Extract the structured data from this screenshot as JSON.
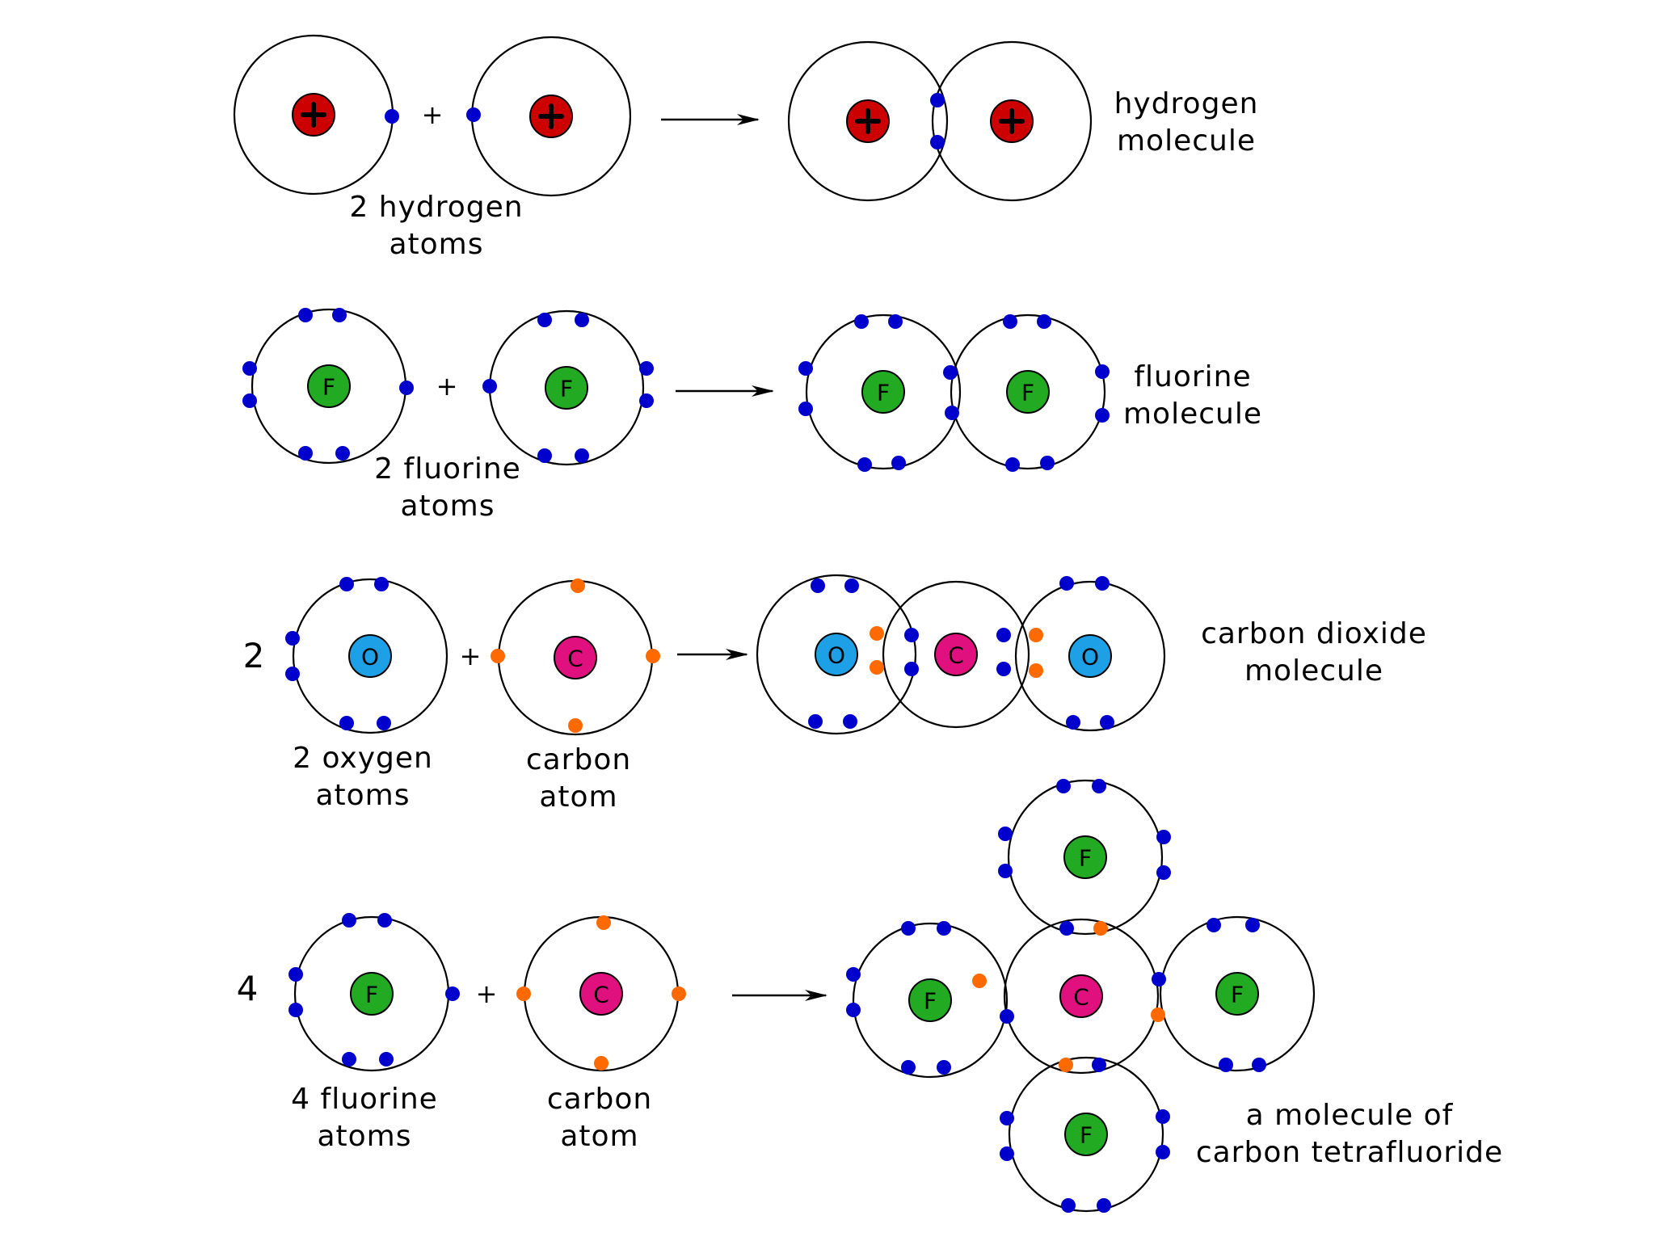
{
  "colors": {
    "electron": "#0000cc",
    "shared_electron": "#ff6a00",
    "hydrogen_nucleus": "#cc0000",
    "fluorine_nucleus": "#22aa22",
    "oxygen_nucleus": "#1ea0e6",
    "carbon_nucleus": "#e0117f"
  },
  "icons": {
    "hydrogen_nucleus": "plus-icon"
  },
  "nucleus_symbols": {
    "fluorine": "F",
    "oxygen": "O",
    "carbon": "C"
  },
  "operators": {
    "plus": "+"
  },
  "rows": [
    {
      "id": "hydrogen",
      "reactant_label": [
        "2 hydrogen",
        "atoms"
      ],
      "product_label": [
        "hydrogen",
        "molecule"
      ]
    },
    {
      "id": "fluorine",
      "reactant_label": [
        "2 fluorine",
        "atoms"
      ],
      "product_label": [
        "fluorine",
        "molecule"
      ]
    },
    {
      "id": "carbon-dioxide",
      "coefficient": "2",
      "reactant_label": [
        "2 oxygen",
        "atoms"
      ],
      "second_reactant_label": [
        "carbon",
        "atom"
      ],
      "product_label": [
        "carbon dioxide",
        "molecule"
      ]
    },
    {
      "id": "carbon-tetrafluoride",
      "coefficient": "4",
      "reactant_label": [
        "4 fluorine",
        "atoms"
      ],
      "second_reactant_label": [
        "carbon",
        "atom"
      ],
      "product_label": [
        "a molecule of",
        "carbon tetrafluoride"
      ]
    }
  ]
}
